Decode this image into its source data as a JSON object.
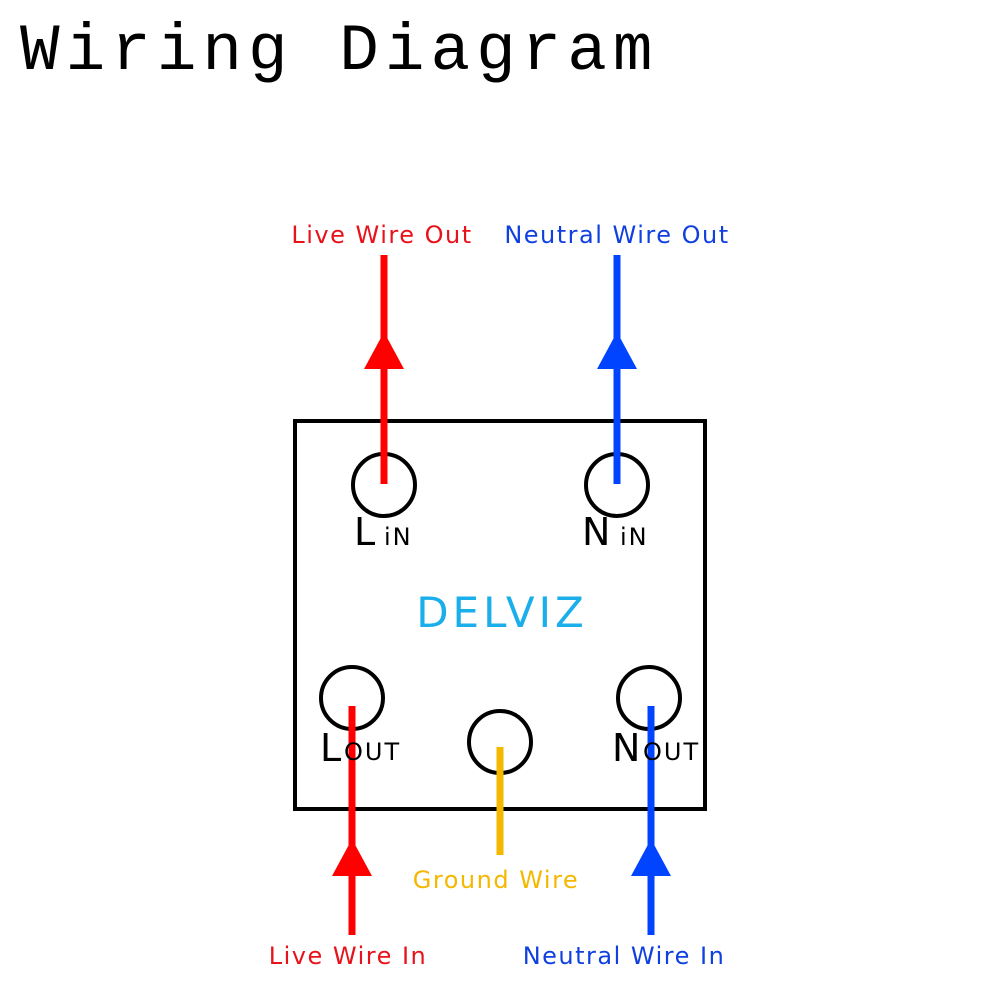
{
  "title": "Wiring Diagram",
  "brand": {
    "name": "DELVIZ",
    "color": "#1aaeea"
  },
  "colors": {
    "live": "#ff0000",
    "neutral": "#0044ff",
    "ground": "#f5b800",
    "outline": "#000000"
  },
  "terminals": {
    "l_in": {
      "main": "L",
      "sub": "iN"
    },
    "n_in": {
      "main": "N",
      "sub": "iN"
    },
    "l_out": {
      "main": "L",
      "sub": "OUT"
    },
    "n_out": {
      "main": "N",
      "sub": "OUT"
    },
    "ground": {
      "main": "",
      "sub": ""
    }
  },
  "wires": {
    "live_out": {
      "label": "Live Wire Out",
      "direction": "up"
    },
    "neutral_out": {
      "label": "Neutral Wire Out",
      "direction": "up"
    },
    "live_in": {
      "label": "Live Wire In",
      "direction": "up"
    },
    "neutral_in": {
      "label": "Neutral Wire In",
      "direction": "up"
    },
    "ground": {
      "label": "Ground Wire"
    }
  }
}
